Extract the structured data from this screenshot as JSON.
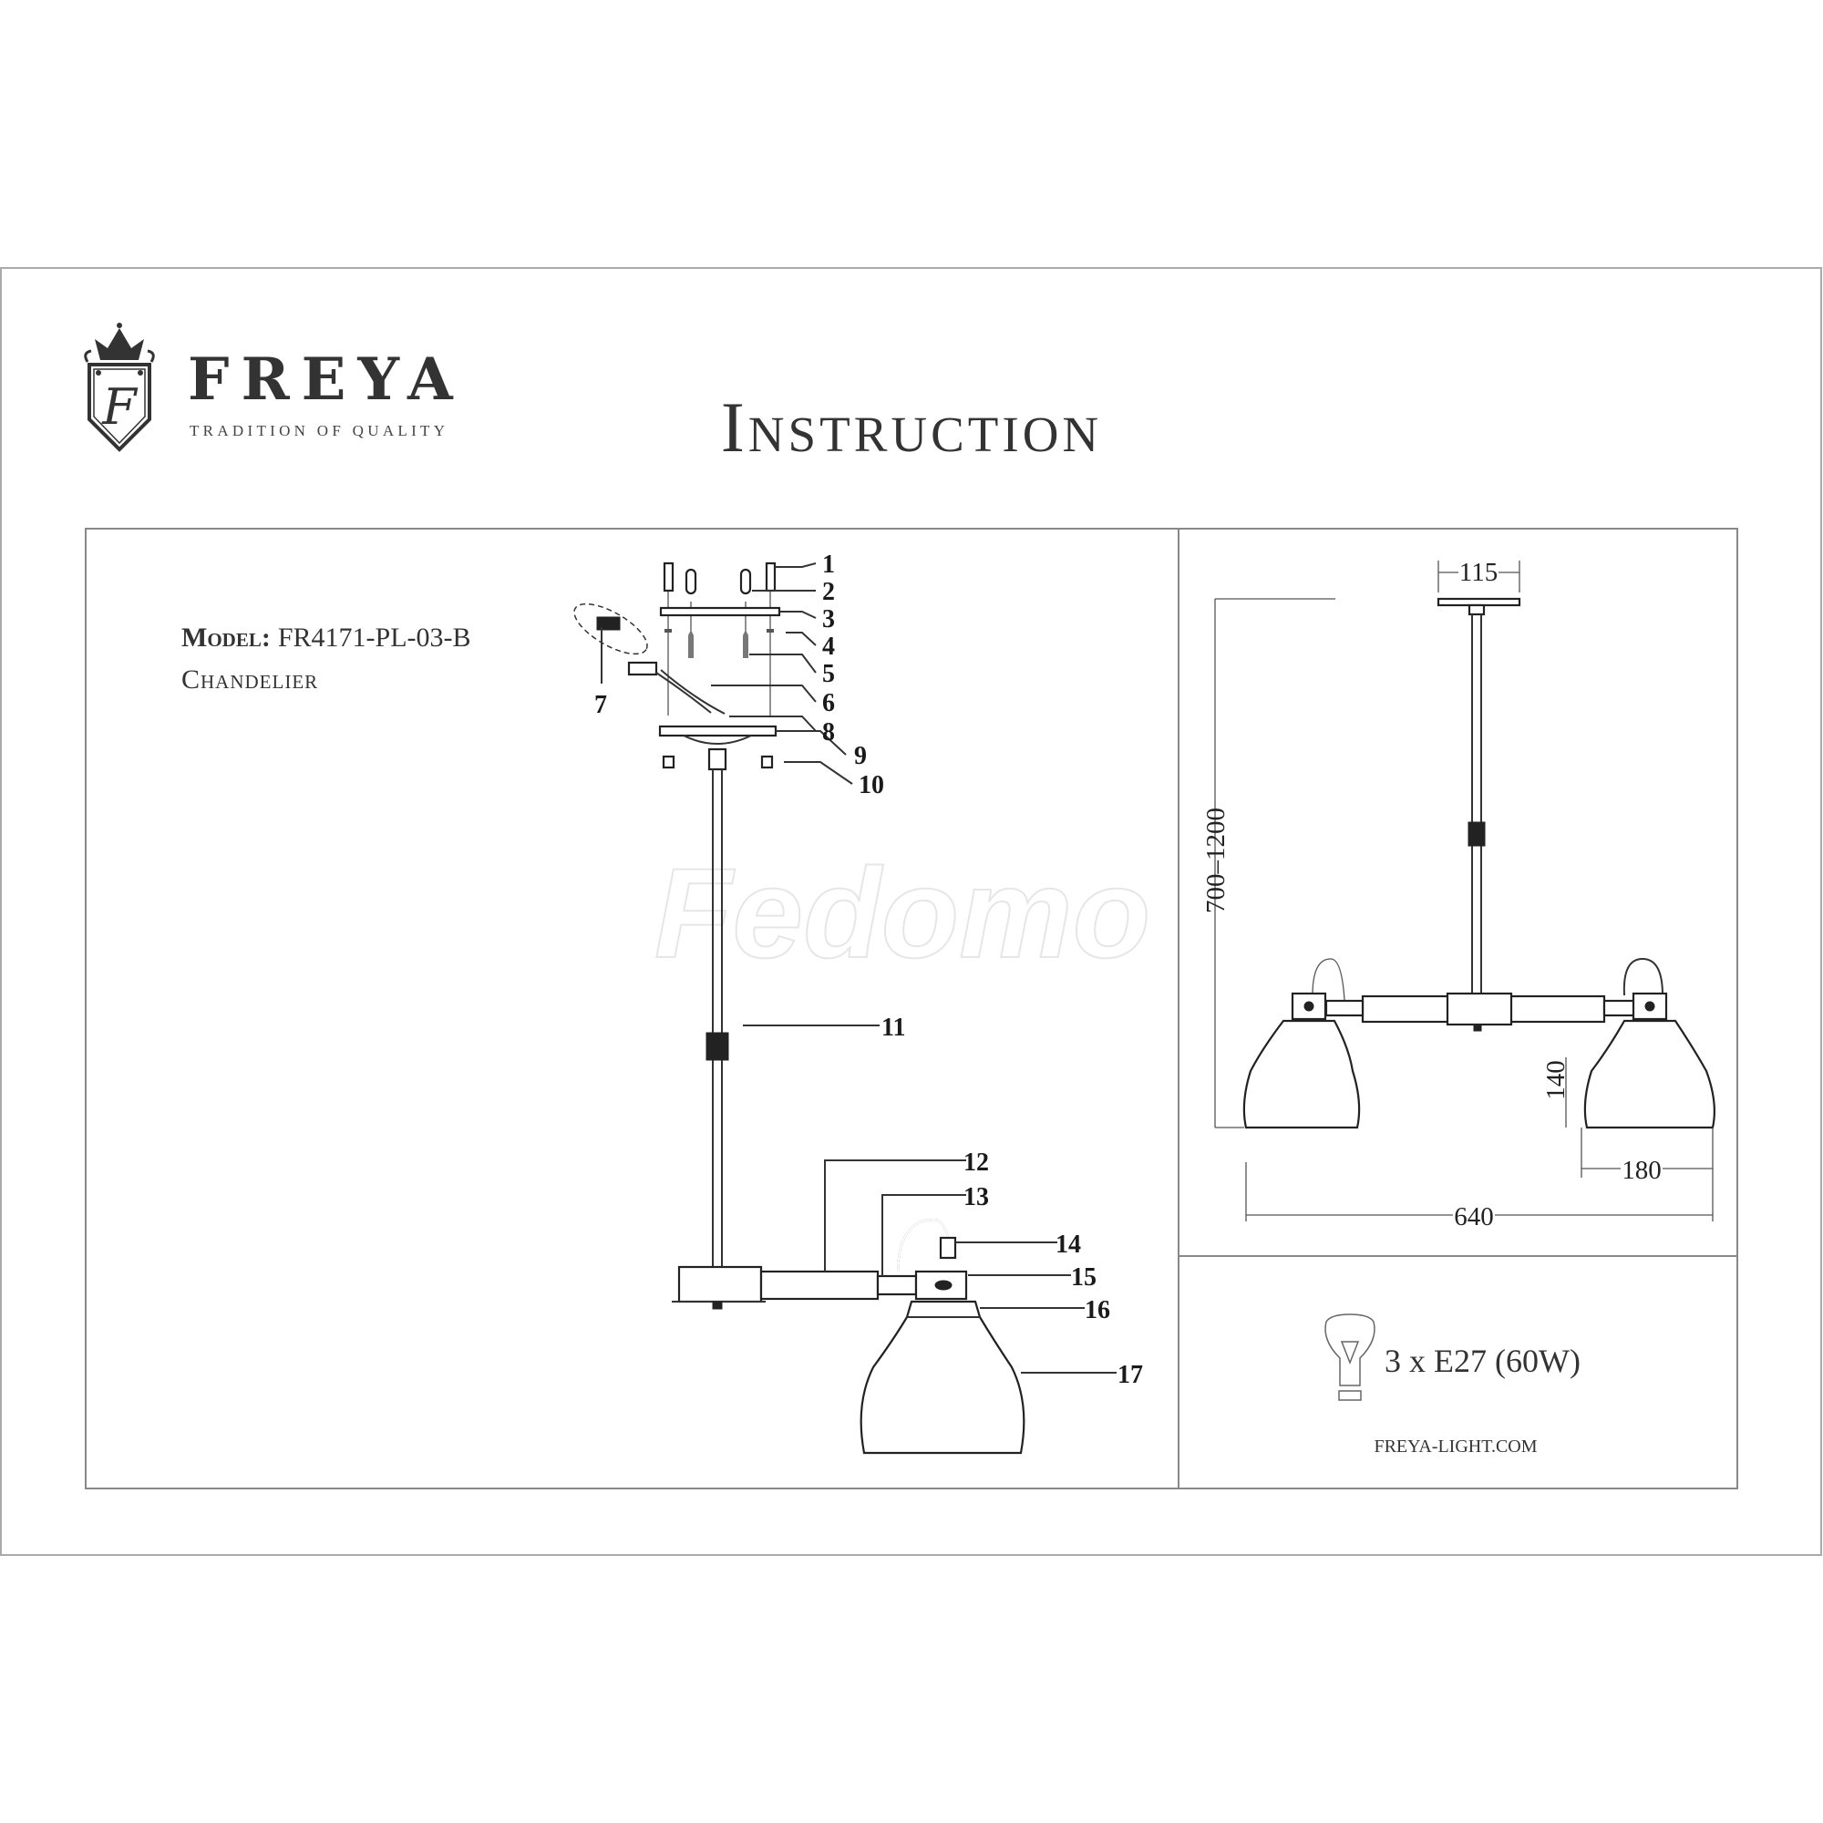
{
  "brand": {
    "name": "FREYA",
    "tagline": "TRADITION OF QUALITY",
    "emblem_letter": "F"
  },
  "title": "Instruction",
  "model": {
    "label": "Model:",
    "value": "FR4171-PL-03-B",
    "type": "Chandelier"
  },
  "watermark": "Fedomo",
  "parts": [
    "1",
    "2",
    "3",
    "4",
    "5",
    "6",
    "7",
    "8",
    "9",
    "10",
    "11",
    "12",
    "13",
    "14",
    "15",
    "16",
    "17"
  ],
  "dimensions": {
    "top_plate": "115",
    "height": "700–1200",
    "shade_height": "140",
    "shade_width": "180",
    "total_width": "640"
  },
  "bulb": {
    "icon": "light-bulb-icon",
    "spec": "3 x E27 (60W)"
  },
  "website": "FREYA-LIGHT.COM",
  "colors": {
    "ink": "#333333",
    "frame": "#999999"
  }
}
